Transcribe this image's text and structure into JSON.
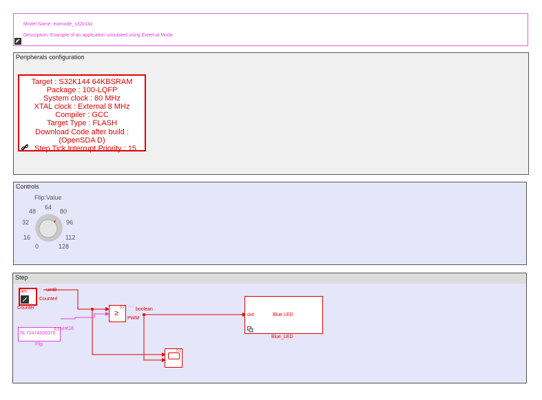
{
  "info": {
    "model_name": "Model Name: extmode_s32k14x",
    "description": "Description: Example of an application simulated using External Mode"
  },
  "peripherals": {
    "title": "Peripherals configuration",
    "lines": [
      "Target : S32K144 64KBSRAM",
      "Package : 100-LQFP",
      "System clock : 80 MHz",
      "XTAL clock : External 8 MHz",
      "Compiler : GCC",
      "Target Type : FLASH",
      "Download Code after build :",
      "(OpenSDA D)",
      "Step Tick Interrupt Priority : 15"
    ]
  },
  "controls": {
    "title": "Controls",
    "knob_label": "Flip:Value",
    "ticks": [
      "0",
      "16",
      "32",
      "48",
      "64",
      "80",
      "96",
      "112",
      "128"
    ],
    "knob_value": 78.72
  },
  "step": {
    "title": "Step",
    "counter": {
      "label": "Counter",
      "icon_text": "lim",
      "port": "uint8",
      "signal": "Counterl"
    },
    "compare": {
      "symbol": "≥",
      "rate": "0.2",
      "label": "PWM",
      "port": "boolean"
    },
    "flip": {
      "value": "78.72474609375",
      "rate": "0.1",
      "port": "uint16",
      "label": "Flip"
    },
    "led": {
      "port": "out",
      "text": "Blue LED",
      "label": "Blue_LED"
    },
    "scope": {
      "rate": "0.1"
    }
  },
  "colors": {
    "signal": "#e00000",
    "magenta": "#e040e0",
    "area": "#e6e6fa"
  }
}
